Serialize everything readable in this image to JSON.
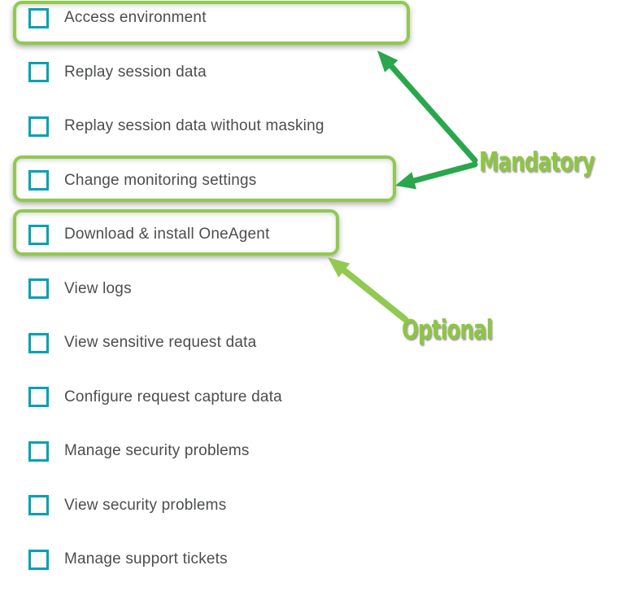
{
  "permissions": {
    "items": [
      {
        "label": "Access environment",
        "checked": false,
        "highlight": "mandatory"
      },
      {
        "label": "Replay session data",
        "checked": false,
        "highlight": null
      },
      {
        "label": "Replay session data without masking",
        "checked": false,
        "highlight": null
      },
      {
        "label": "Change monitoring settings",
        "checked": false,
        "highlight": "mandatory"
      },
      {
        "label": "Download & install OneAgent",
        "checked": false,
        "highlight": "optional"
      },
      {
        "label": "View logs",
        "checked": false,
        "highlight": null
      },
      {
        "label": "View sensitive request data",
        "checked": false,
        "highlight": null
      },
      {
        "label": "Configure request capture data",
        "checked": false,
        "highlight": null
      },
      {
        "label": "Manage security problems",
        "checked": false,
        "highlight": null
      },
      {
        "label": "View security problems",
        "checked": false,
        "highlight": null
      },
      {
        "label": "Manage support tickets",
        "checked": false,
        "highlight": null
      }
    ]
  },
  "annotations": {
    "mandatory_label": "Mandatory",
    "optional_label": "Optional",
    "mandatory_targets": [
      "Access environment",
      "Change monitoring settings"
    ],
    "optional_targets": [
      "Download & install OneAgent"
    ],
    "colors": {
      "checkbox_teal": "#00a1b2",
      "label_text_gray": "#4b4d4e",
      "highlight_border_green": "#90c94f",
      "arrow_dark_green": "#2aa64c",
      "arrow_light_green": "#92ca51",
      "annotation_text_green": "#8dc63f"
    }
  }
}
